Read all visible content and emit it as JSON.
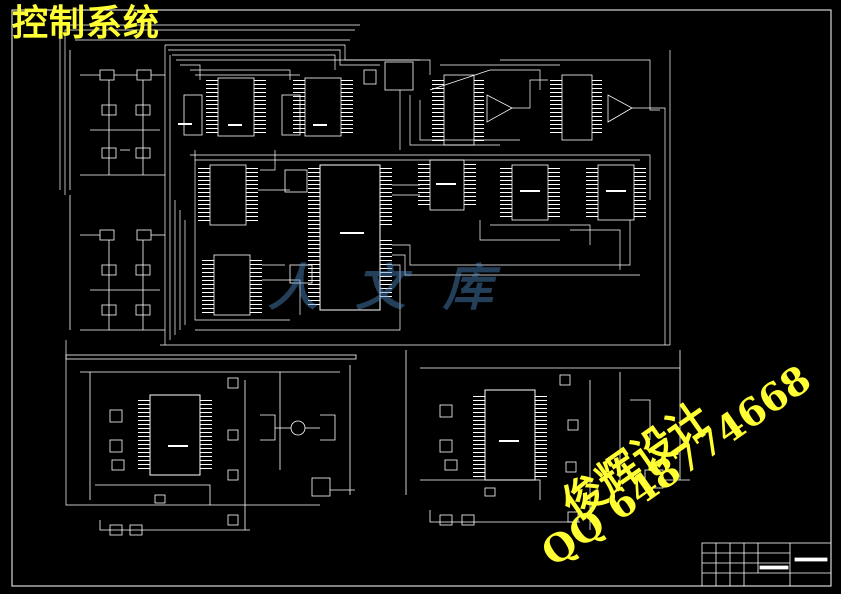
{
  "title": "控制系统",
  "watermark": {
    "line1": "俊辉设计",
    "line2": "QQ 648774668"
  },
  "colors": {
    "background": "#000000",
    "lines": "#ffffff",
    "title": "#ffff33",
    "logo": "#5a8cc8"
  }
}
